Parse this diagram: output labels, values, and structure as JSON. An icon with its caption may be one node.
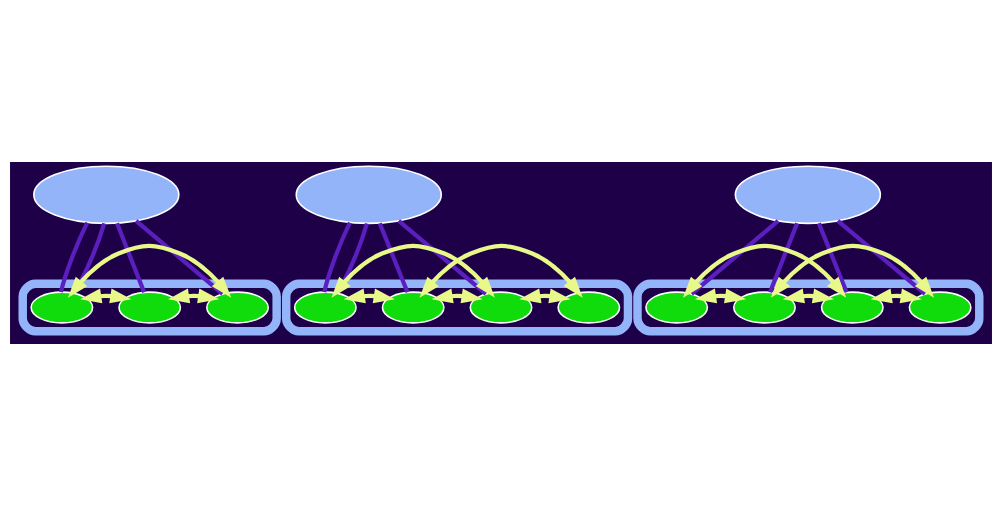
{
  "diagram": {
    "nodes": [
      {
        "text": [],
        "shape": "ellipse"
      },
      {
        "text": [],
        "shape": "ellipse"
      },
      {
        "text": [],
        "shape": "ellipse"
      },
      {
        "text": [],
        "shape": "ellipse",
        "in": 2
      },
      {
        "text": [],
        "shape": "ellipse",
        "in": 2
      },
      {
        "text": [],
        "shape": "ellipse",
        "in": 2
      },
      {
        "text": [],
        "shape": "ellipse"
      },
      {
        "text": [],
        "shape": "ellipse"
      },
      {
        "text": [],
        "shape": "ellipse",
        "in": 7
      },
      {
        "text": [],
        "shape": "ellipse",
        "in": 7
      },
      {
        "text": [],
        "shape": "ellipse",
        "in": 7
      },
      {
        "text": [],
        "shape": "ellipse",
        "in": 7
      },
      {
        "text": [],
        "shape": "ellipse"
      },
      {
        "text": [],
        "shape": "ellipse",
        "in": 12
      },
      {
        "text": [],
        "shape": "ellipse",
        "in": 12
      },
      {
        "text": [],
        "shape": "ellipse",
        "in": 12
      },
      {
        "text": [],
        "shape": "ellipse",
        "in": 12
      }
    ],
    "edges": [
      {
        "from": 0,
        "to": 3,
        "arrow": "none",
        "color": "#5a1fbe"
      },
      {
        "from": 0,
        "to": 4,
        "arrow": "none",
        "color": "#5a1fbe"
      },
      {
        "from": 0,
        "to": 2,
        "arrow": "none",
        "color": "#5a1fbe"
      },
      {
        "from": 0,
        "to": 5,
        "arrow": "none",
        "color": "#5a1fbe"
      },
      {
        "from": 3,
        "to": 5,
        "arrow": "both"
      },
      {
        "from": 3,
        "to": 4,
        "arrow": "both"
      },
      {
        "from": 4,
        "to": 5,
        "arrow": "both"
      },
      {
        "from": 1,
        "to": 8,
        "arrow": "none",
        "color": "#5a1fbe"
      },
      {
        "from": 1,
        "to": 10,
        "arrow": "none",
        "color": "#5a1fbe"
      },
      {
        "from": 1,
        "to": 9,
        "arrow": "none",
        "color": "#5a1fbe"
      },
      {
        "from": 1,
        "to": 7,
        "arrow": "none",
        "color": "#5a1fbe"
      },
      {
        "from": 8,
        "to": 9,
        "arrow": "both"
      },
      {
        "from": 9,
        "to": 11,
        "arrow": "both"
      },
      {
        "from": 9,
        "to": 10,
        "arrow": "both"
      },
      {
        "from": 8,
        "to": 10,
        "arrow": "both"
      },
      {
        "from": 10,
        "to": 11,
        "arrow": "both"
      },
      {
        "from": 6,
        "to": 13,
        "arrow": "none",
        "color": "#5a1fbe"
      },
      {
        "from": 6,
        "to": 14,
        "arrow": "none",
        "color": "#5a1fbe"
      },
      {
        "from": 6,
        "to": 15,
        "arrow": "none",
        "color": "#5a1fbe"
      },
      {
        "from": 6,
        "to": 16,
        "arrow": "none",
        "color": "#5a1fbe"
      },
      {
        "from": 13,
        "to": 14,
        "arrow": "both"
      },
      {
        "from": 13,
        "to": 15,
        "arrow": "both"
      },
      {
        "from": 14,
        "to": 15,
        "arrow": "both"
      },
      {
        "from": 14,
        "to": 16,
        "arrow": "both"
      },
      {
        "from": 15,
        "to": 16,
        "arrow": "both"
      }
    ]
  }
}
